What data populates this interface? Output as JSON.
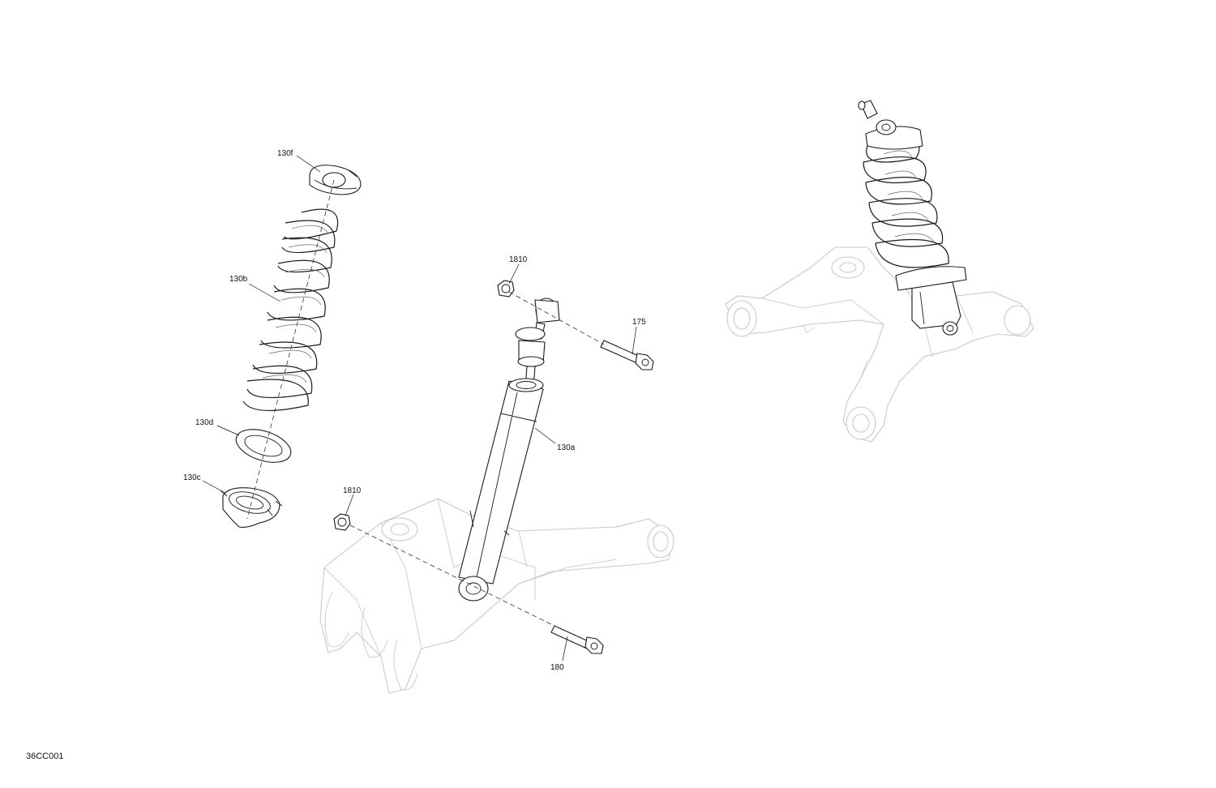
{
  "diagram": {
    "drawing_code": "36CC001",
    "callouts": {
      "spring_retainer": "130f",
      "spring": "130b",
      "spring_seat": "130d",
      "adjuster_collar": "130c",
      "nut_upper": "1810",
      "nut_lower": "1810",
      "bolt_upper": "175",
      "shock_body": "130a",
      "bolt_lower": "180"
    }
  }
}
